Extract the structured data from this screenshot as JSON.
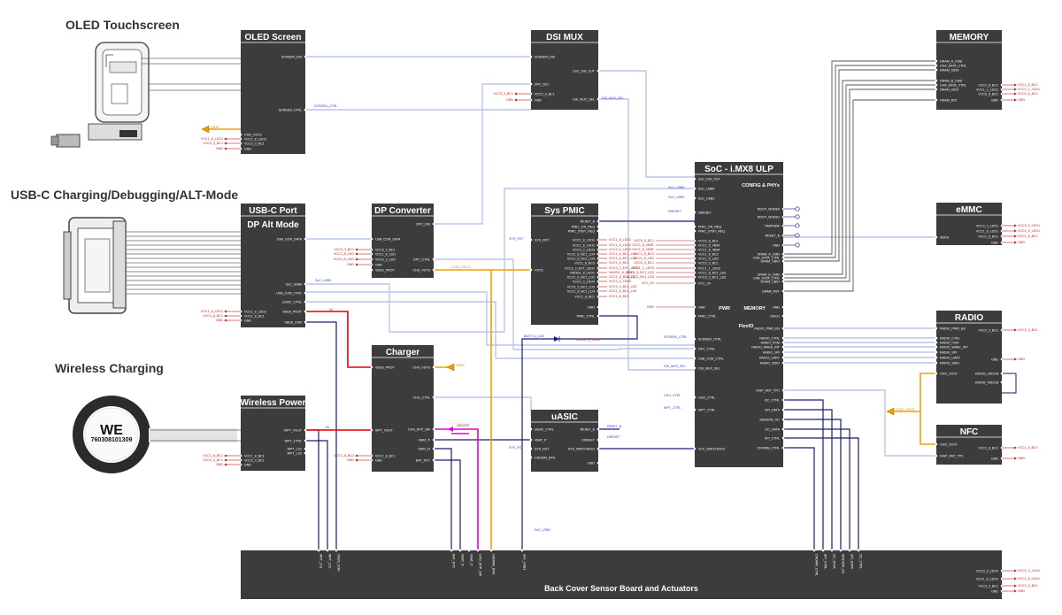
{
  "sections": {
    "oled": "OLED Touchscreen",
    "usbc": "USB-C Charging/Debugging/ALT-Mode",
    "wireless": "Wireless Charging"
  },
  "coil_label": "760308101309",
  "blocks": {
    "oled_screen": {
      "title": "OLED Screen",
      "pins_right": [
        "SCREEN_DSI",
        "SCREEN_CTRL"
      ],
      "pins_left": [
        "CHG_VSYS",
        "VCC1_8_LDO1",
        "VCC3_3_BC1",
        "GND"
      ]
    },
    "dsi_mux": {
      "title": "DSI MUX",
      "pins_left": [
        "SCREEN_DSI",
        "DPC_DSI",
        "VCC3_3_BC1",
        "GND"
      ],
      "pins_right": [
        "SoC_DSI_OUT",
        "DSI_MUX_SEL"
      ]
    },
    "memory": {
      "title": "MEMORY",
      "pins_left": [
        "DRAM_A_CMD",
        "CHA_DATA_CTRL",
        "DRAM_CBIO",
        "DRAM_B_CMD",
        "CHB_DATA_CTRL",
        "DRAM_CBIO",
        "DRAM_RST"
      ],
      "pins_right": [
        "VCC1_8_BC1",
        "VCC1_1_LDO1",
        "VCC0_6_BC1",
        "GND"
      ]
    },
    "soc": {
      "title": "SoC - i.MX8 ULP",
      "config": "CONFIG & PHYs",
      "pwr": "PWR",
      "memory": "MEMORY",
      "flexio": "FlexIO",
      "pins_left": [
        "SoC_DSI_OUT",
        "SoC_USB0",
        "SoC_USB1",
        "DRESET",
        "PMIC_ON_REQ",
        "PMIC_STBY_REQ",
        "VCC0_8_BC1",
        "VCC1_8_VBAT",
        "VCC1_8_VBAT",
        "VCC1_8_BC2",
        "VCC1_8_LDO",
        "VCC3_3_BC1",
        "VCC1_1_LDO3",
        "VCC1_8_BC1_LD2",
        "VCC3_3_BC1_LD3",
        "VCC_3V",
        "GND",
        "PMIC_CTRL",
        "SCREEN_CTRL",
        "DPC_CTRL",
        "USB_CON_CTRL",
        "DSI_MUX_SEL",
        "CHG_CTRL",
        "WPT_CTRL",
        "SYS_WATCHDOG"
      ],
      "pins_right": [
        "BOOT_MODE0",
        "BOOT_MODE1",
        "TAMPERE",
        "RESET_B",
        "GND",
        "DRAM_A_CMD",
        "CHA_DATA_CTRL",
        "DRAM_CBIO",
        "DRAM_B_CMD",
        "CHB_DATA_CTRL",
        "DRAM_CBIO",
        "DRAM_RST",
        "GND",
        "SDIO1",
        "RADIO_PWR_EN",
        "RADIO_CTRL",
        "RADIO_PCM",
        "RADIO_WAKE_INT",
        "RADIO_SPI",
        "RADIO_UART",
        "RADIO_SDIO",
        "DISP_ANT_TPC",
        "I2C_CTRL",
        "SPI_DATA",
        "SENSOR_I2C",
        "I2C_DATA",
        "SPI_CTRL",
        "CROWN_CTRL"
      ]
    },
    "emmc": {
      "title": "eMMC",
      "pins_left": [
        "SDIO1"
      ],
      "pins_right": [
        "VCC3_3_LDO1",
        "VCC1_8_LDO1",
        "VCC1_8_BC1",
        "GND"
      ]
    },
    "radio": {
      "title": "RADIO",
      "pins_left": [
        "RADIO_PWR_EN",
        "RADIO_CTRL",
        "RADIO_PCM",
        "RADIO_WAKE_INT",
        "RADIO_SPI",
        "RADIO_UART",
        "RADIO_SDIO",
        "CHG_VSYS"
      ],
      "pins_right": [
        "VCC3_3_BC1",
        "GND",
        "RADIO_VDDCB",
        "RADIO_VDDCB"
      ]
    },
    "nfc": {
      "title": "NFC",
      "pins_left": [
        "CHG_VSYS",
        "DISP_ANT_TPC"
      ],
      "pins_right": [
        "VCC1_8_BC1",
        "GND"
      ]
    },
    "usbc_port": {
      "title": "USB-C Port",
      "sub": "DP Alt Mode",
      "pins_right": [
        "USB_CON_DATA",
        "SoC_USB0",
        "USB_CON_CTRL",
        "uASIC_CTRL",
        "VBUS_PROT",
        "VBUS_CON"
      ],
      "pins_left": [
        "VCC1_8_LDO1",
        "VCC1_8_BC1",
        "GND"
      ]
    },
    "dp_converter": {
      "title": "DP Converter",
      "pins_left": [
        "USB_CON_DATA",
        "VCC3_3_BC1",
        "VCC1_8_LDO",
        "VCC0_9_LDO",
        "GND",
        "VBUS_PROT"
      ],
      "pins_right": [
        "DPC_DSI",
        "DPC_CTRL",
        "CHG_VSYS"
      ]
    },
    "sys_pmic": {
      "title": "Sys PMIC",
      "pins_left": [
        "SYS_RST",
        "VSYS"
      ],
      "pins_right": [
        "RESET_B",
        "PMIC_ON_REQ",
        "PMIC_STBY_REQ",
        "VCC1_8_LDO1",
        "VCC1_8_LDO2",
        "VCC3_3_LDO3",
        "VCC1_8_BC1_LD4",
        "VCC1_8_BC2_LD5",
        "VCC1_8_BC3",
        "VCC3_3_EXT_LDO1",
        "VMOD1_8_LDO1",
        "VCC1_8_BC1_LD2",
        "VCC3_3_LDO4",
        "VCC3_3_BC1_LD3",
        "VCC1_8_BC1_LD4",
        "VCC1_8_BC1",
        "GND",
        "PMIC_CTRL"
      ]
    },
    "charger": {
      "title": "Charger",
      "pins_left": [
        "VBUS_PROT",
        "WPT_VOUT",
        "VCC1_8_BC1",
        "GND"
      ],
      "pins_right": [
        "CHG_VSYS",
        "CHG_CTRL",
        "CHG_BYP_SW",
        "VBAT_P",
        "VBAT_N",
        "BAT_NTC"
      ]
    },
    "uasic": {
      "title": "uASIC",
      "pins_left": [
        "uASIC_CTRL",
        "VBAT_P",
        "SYS_RST",
        "CROWN_BTN"
      ],
      "pins_right": [
        "RESET_B",
        "DRESET",
        "SYS_WATCHDOG",
        "GND"
      ]
    },
    "wireless_power": {
      "title": "Wireless Power",
      "pins_right": [
        "WPT_VOUT",
        "WPT_CTRL",
        "WPT_LX1",
        "WPT_LX2"
      ],
      "pins_left": [
        "VCC1_8_BC1",
        "VCC3_3_BC1",
        "GND"
      ]
    },
    "back_cover": {
      "title": "Back Cover Sensor Board and Actuators",
      "pins_bottom": [
        "WPT_LX1",
        "WPT_LX2",
        "VBUS_CON",
        "BAT_NTC",
        "VBAT_N",
        "VBAT_P",
        "CHG_BYP_SW",
        "CROWN_BTN",
        "SoC_USB1",
        "CROWN_CTRL",
        "SPI_CTRL",
        "I2C_DATA",
        "SENSOR_I2C",
        "SPI_DATA",
        "I2C_CTRL"
      ],
      "pins_right": [
        "VCC3_3_LDO1",
        "VCC1_8_LDO1",
        "VCC3_3_BC1",
        "GND"
      ]
    }
  },
  "nets": {
    "vbat": "VBAT",
    "five_v_a": "5V",
    "five_v_b": "5V",
    "vbat_b": "VBAT",
    "vboost": "VBOOST",
    "chg_vsys": "CHG_VSYS",
    "ext_vsys": "CHG_VSYS",
    "battery_ldo": "BATT3.3_LDO",
    "vmod_ldo": "VMOD1_8_LDO2"
  },
  "colors": {
    "block": "#3c3c3c",
    "wire_data": "#b8c6e8",
    "wire_ctrl": "#1a1a7a",
    "wire_power_red": "#e00000",
    "wire_power_orange": "#f0a000",
    "wire_vboost": "#e000e0",
    "wire_gray": "#606060"
  }
}
